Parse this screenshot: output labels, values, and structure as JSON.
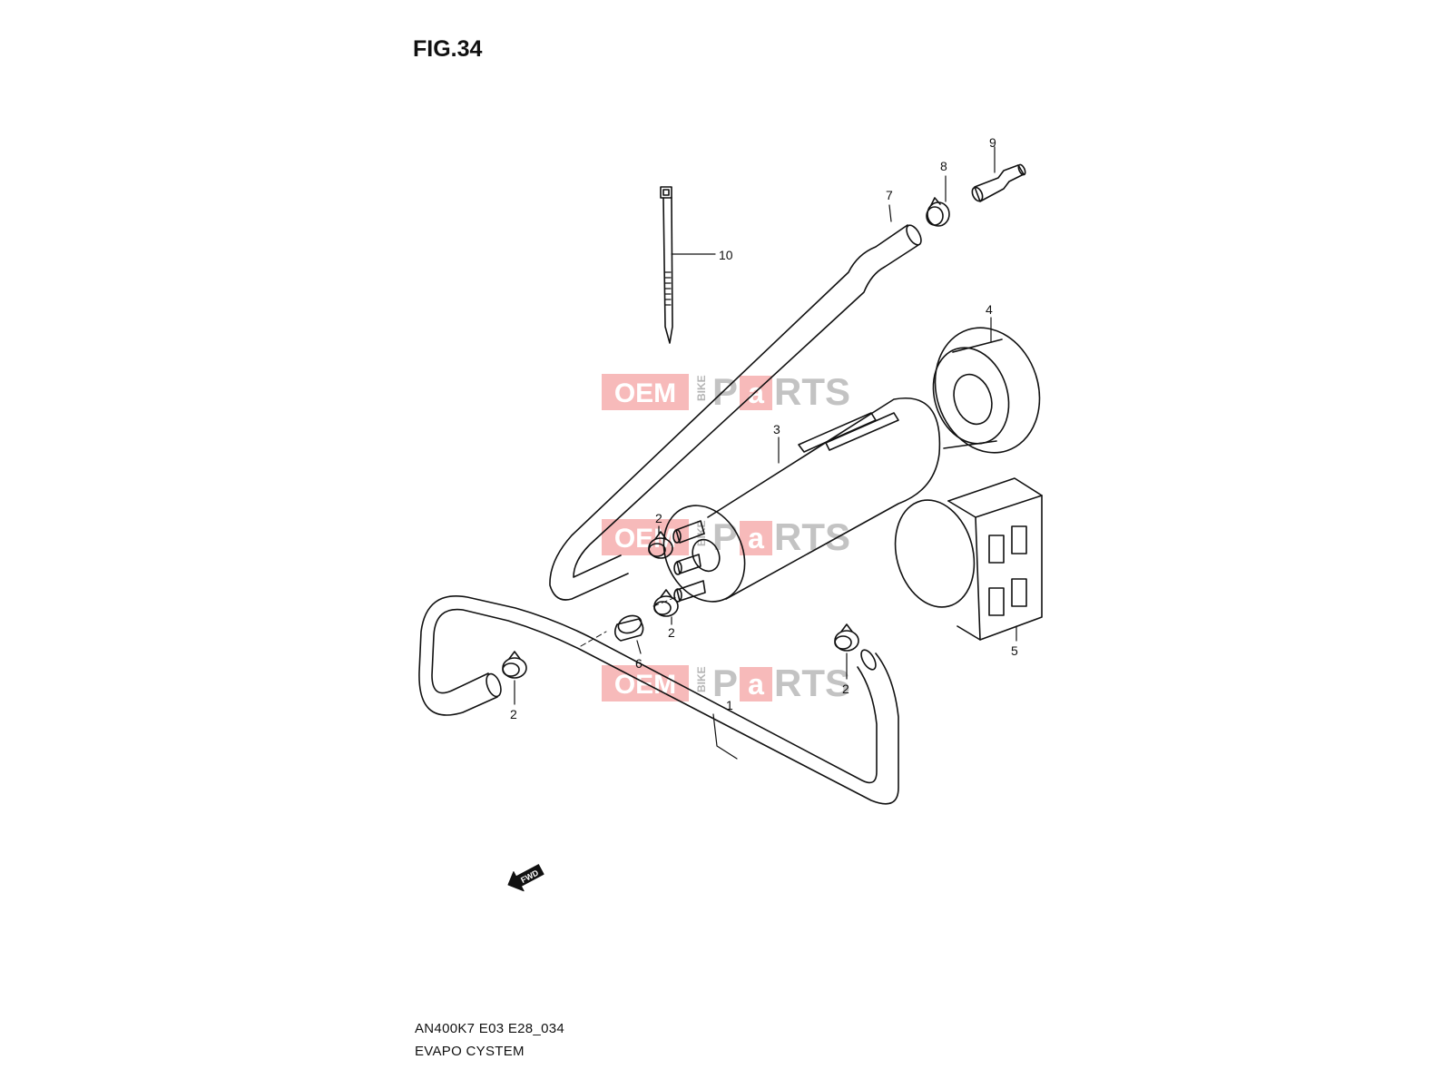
{
  "figure": {
    "title": "FIG.34",
    "code": "AN400K7 E03 E28_034",
    "name": "EVAPO CYSTEM"
  },
  "callouts": [
    {
      "id": "1",
      "text": "1"
    },
    {
      "id": "2a",
      "text": "2"
    },
    {
      "id": "2b",
      "text": "2"
    },
    {
      "id": "2c",
      "text": "2"
    },
    {
      "id": "2d",
      "text": "2"
    },
    {
      "id": "3",
      "text": "3"
    },
    {
      "id": "4",
      "text": "4"
    },
    {
      "id": "5",
      "text": "5"
    },
    {
      "id": "6",
      "text": "6"
    },
    {
      "id": "7",
      "text": "7"
    },
    {
      "id": "8",
      "text": "8"
    },
    {
      "id": "9",
      "text": "9"
    },
    {
      "id": "10",
      "text": "10"
    }
  ],
  "fwd_arrow": {
    "text": "FWD"
  },
  "watermark": {
    "oem": "OEM",
    "bike": "BIKE",
    "p": "P",
    "a": "a",
    "rts": "RTS",
    "color_red": "#e83a3a",
    "color_gray": "#b5b5b5"
  }
}
